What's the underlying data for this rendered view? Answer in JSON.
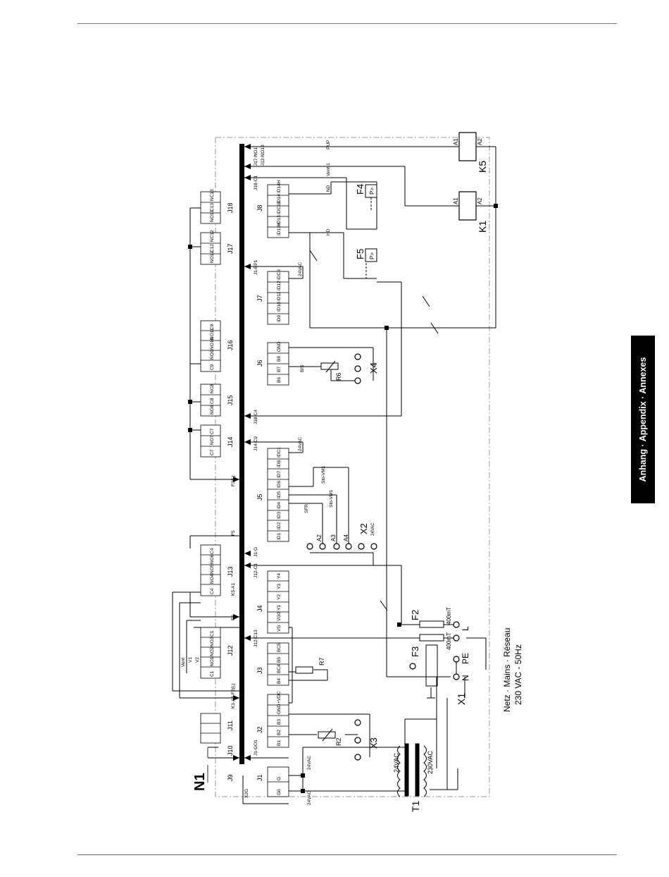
{
  "section_tab": "Anhang · Appendix · Annexes",
  "device": "N1",
  "transformer": "T1",
  "transformer_windings": [
    "24VAC",
    "230VAC"
  ],
  "mains": {
    "terminal_block": "X1",
    "terminals": [
      "N",
      "PE",
      "L"
    ],
    "caption_line1": "Netz · Mains · Réseau",
    "caption_line2": "230 VAC - 50Hz"
  },
  "fuses": [
    {
      "name": "F2",
      "rating": "400mT"
    },
    {
      "name": "F3",
      "rating": "400mT"
    }
  ],
  "pressure_switches": [
    {
      "name": "F4",
      "symbol": "P>"
    },
    {
      "name": "F5",
      "symbol": "P>"
    }
  ],
  "relays": [
    {
      "name": "K1",
      "coil": [
        "A1",
        "A2"
      ]
    },
    {
      "name": "K5",
      "coil": [
        "A1",
        "A2"
      ]
    }
  ],
  "resistors": [
    "R2",
    "R6",
    "R7"
  ],
  "sensor_blocks": [
    "X2",
    "X3",
    "X4"
  ],
  "x2_terminals": [
    "A2",
    "A3",
    "A4"
  ],
  "x2_supply": "24VAC",
  "controller_connectors": [
    "J1",
    "J2",
    "J3",
    "J4",
    "J5",
    "J6",
    "J7",
    "J8",
    "J9",
    "J10",
    "J11",
    "J12",
    "J13",
    "J14",
    "J15",
    "J16",
    "J17",
    "J18"
  ],
  "bus_labels": [
    "X2G",
    "J1-GO1",
    "J12-C13",
    "J12-C1",
    "J1-G",
    "F5",
    "F3(L)",
    "J14-C9",
    "J18-C4",
    "J1-EP1",
    "J18-C1",
    "J17-NO1",
    "J12-NO13",
    "F2(L)",
    "K1-A1",
    "K5-A1",
    "F4"
  ],
  "terminals": {
    "j1": [
      "G",
      "G0"
    ],
    "j2": [
      "B1",
      "B2",
      "B3",
      "GND",
      "+VDC"
    ],
    "j3": [
      "B4",
      "BC4",
      "B5",
      "BC5"
    ],
    "j4": [
      "VG",
      "VG0",
      "Y1",
      "Y2",
      "Y3",
      "Y4"
    ],
    "j12": [
      "C1",
      "NO1",
      "NO2",
      "NO3",
      "C1"
    ],
    "j13": [
      "C4",
      "NO4",
      "NO5",
      "NO6",
      "C4"
    ],
    "j14": [
      "C7",
      "NO7",
      "C7"
    ],
    "j15": [
      "NO8",
      "C8",
      "NC8"
    ],
    "j16": [
      "C9",
      "NO9",
      "NO10",
      "NO11",
      "C9"
    ],
    "j17": [
      "NO12",
      "C12",
      "NC12"
    ],
    "j18": [
      "NO13",
      "C13",
      "NC13"
    ],
    "j5": [
      "ID1",
      "ID2",
      "ID3",
      "ID4",
      "ID5",
      "ID6",
      "ID7",
      "ID8",
      "IDC1"
    ],
    "j6": [
      "B6",
      "B7",
      "B8",
      "GND"
    ],
    "j7": [
      "ID9",
      "ID10",
      "ID11",
      "ID12",
      "IDC9"
    ],
    "j8": [
      "ID13H",
      "ID13",
      "IDC13",
      "ID14",
      "ID14H"
    ]
  },
  "signal_labels": [
    "24VAC",
    "24VAC",
    "Vent",
    "V1",
    "V2",
    "SFR",
    "Sto-VM1",
    "Sto-VM1",
    "24VAC",
    "24VAC",
    "B/S",
    "HD",
    "ND",
    "Vent-1",
    "PUP"
  ]
}
